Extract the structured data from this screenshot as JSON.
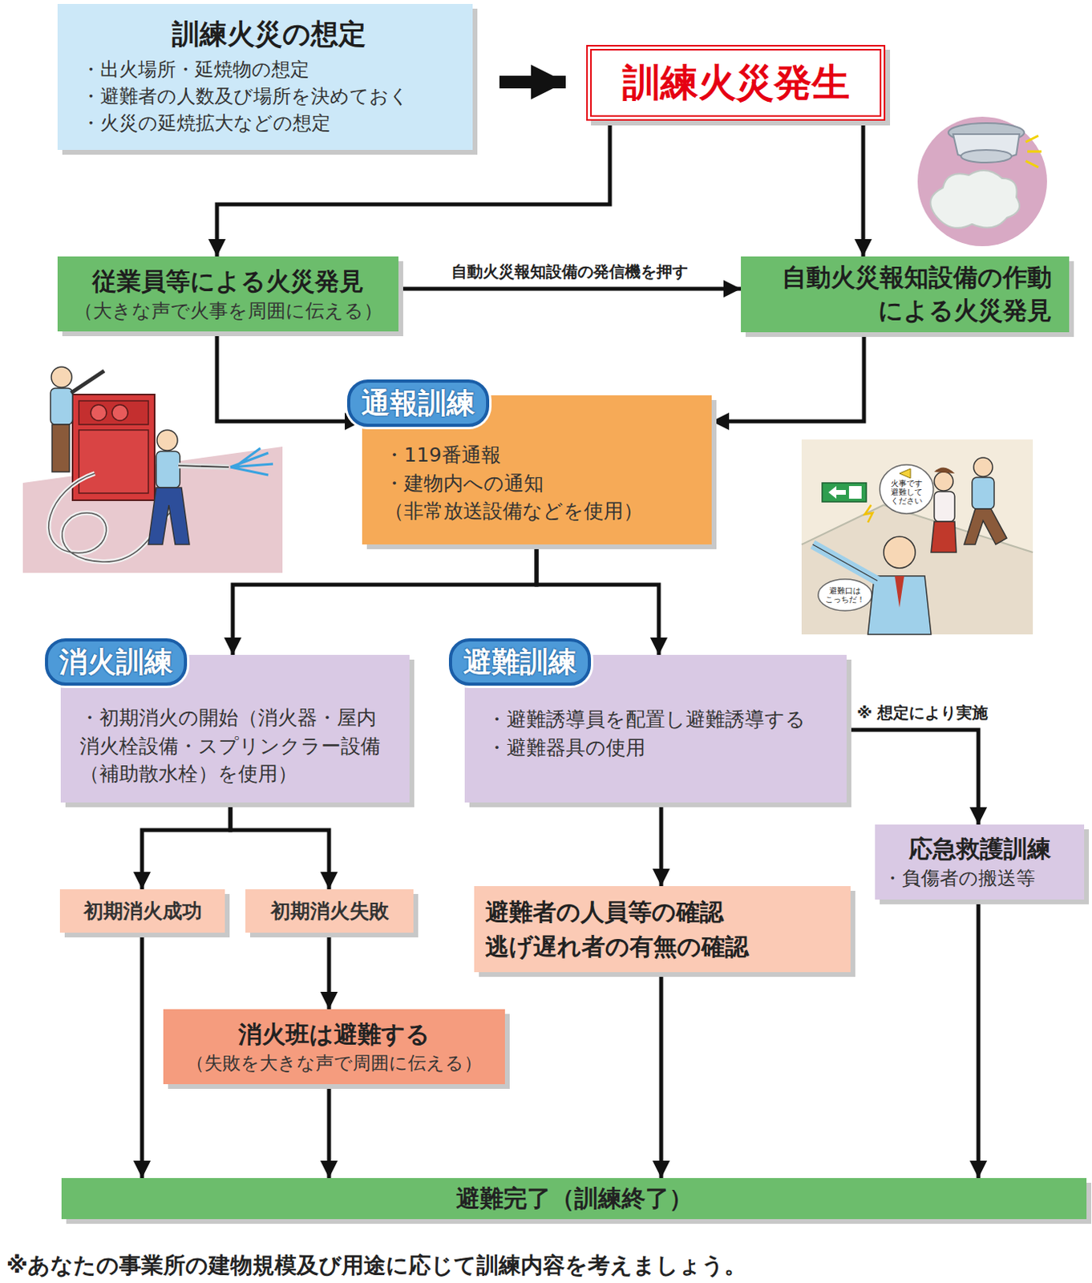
{
  "diagram": {
    "caption": "※あなたの事業所の建物規模及び用途に応じて訓練内容を考えましょう。",
    "nodes": [
      {
        "text": [
          "訓練火災の想定",
          "・出火場所・延焼物の想定",
          "・避難者の人数及び場所を決めておく",
          "・火災の延焼拡大などの想定"
        ]
      },
      {
        "text": [
          "訓練火災発生"
        ]
      },
      {
        "text": [
          "従業員等による火災発見",
          "（大きな声で火事を周囲に伝える）"
        ]
      },
      {
        "text": [
          "自動火災報知設備の作動 による火災発見"
        ]
      },
      {
        "text": [
          "通報訓練",
          "・119番通報",
          "・建物内への通知 （非常放送設備などを使用）"
        ]
      },
      {
        "text": [
          "消火訓練",
          "・初期消火の開始（消火器・屋内 消火栓設備・スプリンクラー設備 （補助散水栓）を使用）"
        ]
      },
      {
        "text": [
          "避難訓練",
          "・避難誘導員を配置し避難誘導する",
          "・避難器具の使用"
        ]
      },
      {
        "text": [
          "初期消火成功"
        ]
      },
      {
        "text": [
          "初期消火失敗"
        ]
      },
      {
        "text": [
          "避難者の人員等の確認",
          "逃げ遅れ者の有無の確認"
        ]
      },
      {
        "text": [
          "応急救護訓練",
          "・負傷者の搬送等"
        ]
      },
      {
        "text": [
          "消火班は避難する",
          "（失敗を大きな声で周囲に伝える）"
        ]
      },
      {
        "text": [
          "避難完了（訓練終了）"
        ]
      }
    ],
    "edges": [
      {
        "from": 0,
        "to": 1,
        "arrow": "to"
      },
      {
        "from": 1,
        "to": 2,
        "arrow": "to"
      },
      {
        "from": 1,
        "to": 3,
        "arrow": "to"
      },
      {
        "from": 2,
        "to": 3,
        "label": "自動火災報知設備の発信機を押す",
        "arrow": "to"
      },
      {
        "from": 2,
        "to": 4,
        "arrow": "to"
      },
      {
        "from": 3,
        "to": 4,
        "arrow": "to"
      },
      {
        "from": 4,
        "to": 5,
        "arrow": "to"
      },
      {
        "from": 4,
        "to": 6,
        "arrow": "to"
      },
      {
        "from": 5,
        "to": 7,
        "arrow": "to"
      },
      {
        "from": 5,
        "to": 8,
        "arrow": "to"
      },
      {
        "from": 6,
        "to": 9,
        "arrow": "to"
      },
      {
        "from": 6,
        "to": 10,
        "label": "※ 想定により実施",
        "arrow": "to"
      },
      {
        "from": 8,
        "to": 11,
        "arrow": "to"
      },
      {
        "from": 7,
        "to": 12,
        "arrow": "to"
      },
      {
        "from": 11,
        "to": 12,
        "arrow": "to"
      },
      {
        "from": 9,
        "to": 12,
        "arrow": "to"
      },
      {
        "from": 10,
        "to": 12,
        "arrow": "to"
      }
    ],
    "labels": [
      "火事です 避難して ください",
      "避難口は こっちだ！"
    ]
  }
}
